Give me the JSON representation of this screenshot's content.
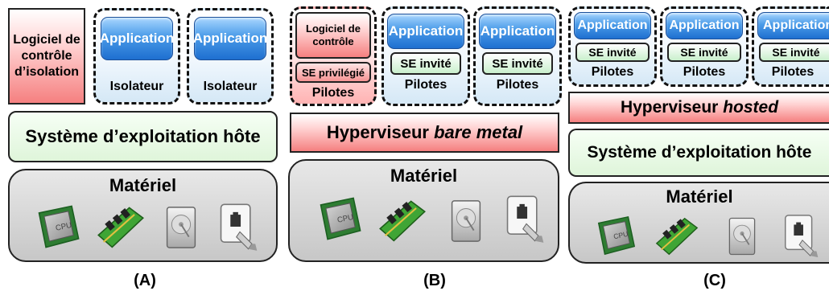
{
  "panel_a": {
    "isolation_software": "Logiciel de contrôle d’isolation",
    "containers": [
      {
        "application": "Application",
        "label": "Isolateur"
      },
      {
        "application": "Application",
        "label": "Isolateur"
      }
    ],
    "host_os": "Système d’exploitation hôte",
    "hardware": "Matériel",
    "caption": "(A)"
  },
  "panel_b": {
    "control_vm": {
      "software": "Logiciel de contrôle",
      "os": "SE privilégié",
      "drivers": "Pilotes"
    },
    "guests": [
      {
        "application": "Application",
        "os": "SE invité",
        "drivers": "Pilotes"
      },
      {
        "application": "Application",
        "os": "SE invité",
        "drivers": "Pilotes"
      }
    ],
    "hypervisor_prefix": "Hyperviseur ",
    "hypervisor_type": "bare metal",
    "hardware": "Matériel",
    "caption": "(B)"
  },
  "panel_c": {
    "guests": [
      {
        "application": "Application",
        "os": "SE invité",
        "drivers": "Pilotes"
      },
      {
        "application": "Application",
        "os": "SE invité",
        "drivers": "Pilotes"
      },
      {
        "application": "Application",
        "os": "SE invité",
        "drivers": "Pilotes"
      }
    ],
    "hypervisor_prefix": "Hyperviseur ",
    "hypervisor_type": "hosted",
    "host_os": "Système d’exploitation hôte",
    "hardware": "Matériel",
    "caption": "(C)"
  },
  "hardware_icons": [
    "cpu-icon",
    "ram-icon",
    "hard-drive-icon",
    "network-port-icon"
  ],
  "colors": {
    "red": "#f58080",
    "green": "#dff5da",
    "blue": "#1e6fd0",
    "gray": "#c7c7c7"
  }
}
